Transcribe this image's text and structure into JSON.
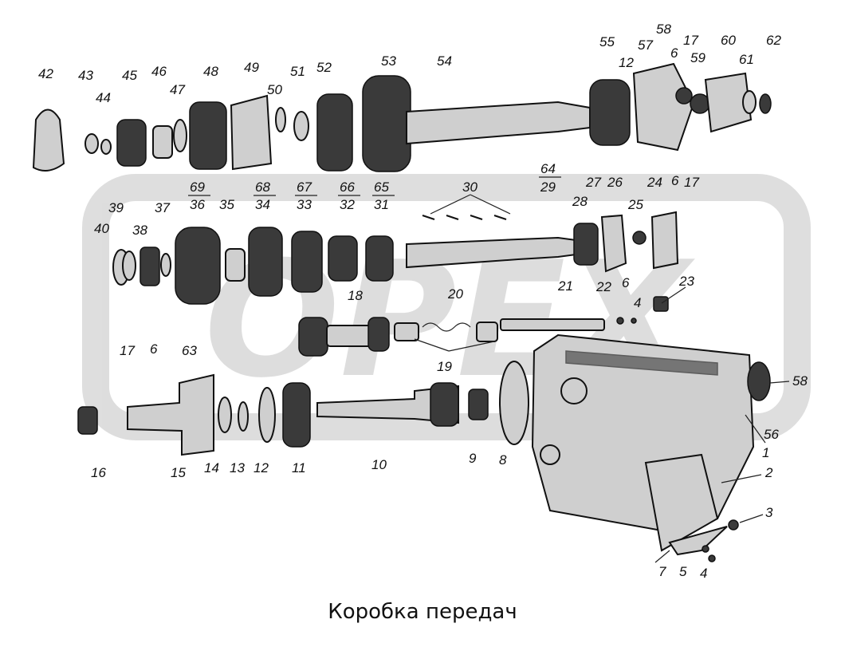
{
  "caption": "Коробка передач",
  "watermark": "ОРЕХ",
  "labels": {
    "l42": "42",
    "l43": "43",
    "l44": "44",
    "l45": "45",
    "l46": "46",
    "l47": "47",
    "l48": "48",
    "l49": "49",
    "l50": "50",
    "l51": "51",
    "l52": "52",
    "l53": "53",
    "l54": "54",
    "l55": "55",
    "l12a": "12",
    "l58a": "58",
    "l57": "57",
    "l6a": "6",
    "l17a": "17",
    "l59": "59",
    "l60": "60",
    "l61": "61",
    "l62": "62",
    "l40": "40",
    "l39": "39",
    "l38": "38",
    "l37": "37",
    "l69": "69",
    "l36": "36",
    "l35": "35",
    "l68": "68",
    "l34": "34",
    "l67": "67",
    "l33": "33",
    "l66": "66",
    "l32": "32",
    "l65": "65",
    "l31": "31",
    "l30": "30",
    "l64": "64",
    "l29": "29",
    "l28": "28",
    "l27": "27",
    "l26": "26",
    "l25": "25",
    "l24": "24",
    "l6b": "6",
    "l17b": "17",
    "l18": "18",
    "l20": "20",
    "l21": "21",
    "l19": "19",
    "l22": "22",
    "l6c": "6",
    "l4a": "4",
    "l23": "23",
    "l17c": "17",
    "l6d": "6",
    "l63": "63",
    "l16": "16",
    "l15": "15",
    "l14": "14",
    "l13": "13",
    "l12b": "12",
    "l11": "11",
    "l10": "10",
    "l9": "9",
    "l8": "8",
    "l58b": "58",
    "l56": "56",
    "l1": "1",
    "l2": "2",
    "l3": "3",
    "l7": "7",
    "l5": "5",
    "l4b": "4"
  }
}
